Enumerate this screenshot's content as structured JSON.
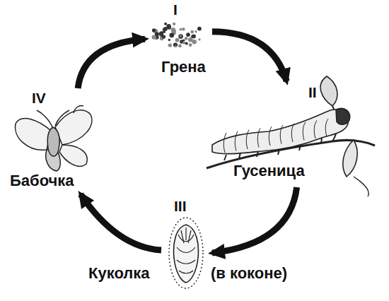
{
  "diagram": {
    "nodes": [
      {
        "text": [
          "I",
          "Грена"
        ]
      },
      {
        "text": [
          "II",
          "Гусеница"
        ]
      },
      {
        "text": [
          "III",
          "Куколка",
          "(в коконе)"
        ]
      },
      {
        "text": [
          "IV",
          "Бабочка"
        ]
      }
    ],
    "edges": [
      {
        "from": 0,
        "to": 1,
        "arrow": "to"
      },
      {
        "from": 1,
        "to": 2,
        "arrow": "to"
      },
      {
        "from": 2,
        "to": 3,
        "arrow": "to"
      },
      {
        "from": 3,
        "to": 0,
        "arrow": "to"
      }
    ]
  }
}
